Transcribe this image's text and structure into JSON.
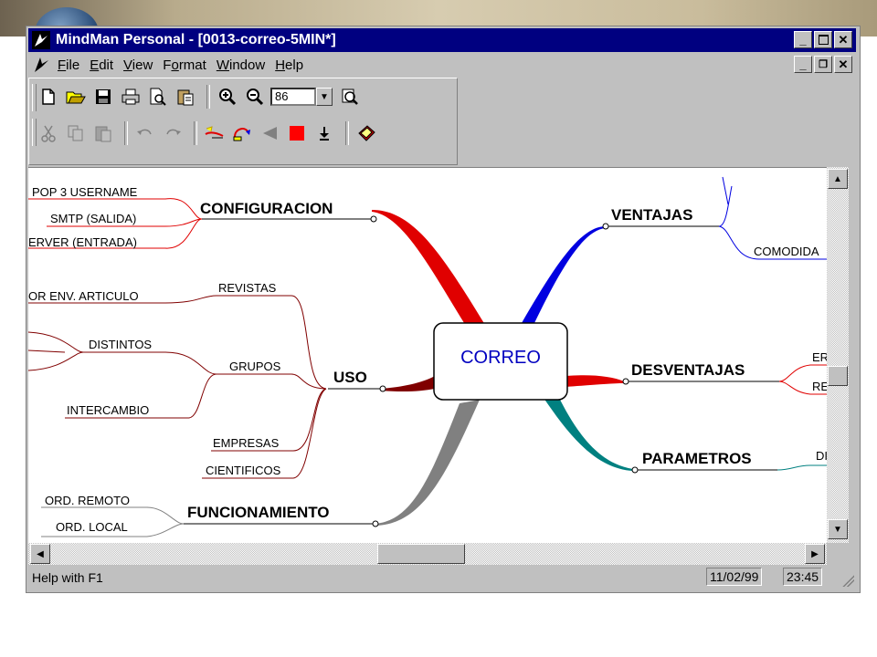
{
  "window": {
    "title": "MindMan Personal - [0013-correo-5MIN*]"
  },
  "menu": [
    {
      "label": "File",
      "key": "F",
      "rest": "ile"
    },
    {
      "label": "Edit",
      "key": "E",
      "rest": "dit"
    },
    {
      "label": "View",
      "key": "V",
      "rest": "iew"
    },
    {
      "label": "Format",
      "key": "o",
      "pre": "F",
      "rest": "rmat"
    },
    {
      "label": "Window",
      "key": "W",
      "rest": "indow"
    },
    {
      "label": "Help",
      "key": "H",
      "rest": "elp"
    }
  ],
  "toolbar": {
    "zoom_value": "86",
    "row1_icons": [
      "new-icon",
      "open-icon",
      "save-icon",
      "print-icon",
      "print-preview-icon",
      "paste-special-icon",
      "zoom-in-icon",
      "zoom-out-icon",
      "zoom-fit-icon"
    ],
    "row2_icons": [
      "cut-icon",
      "copy-icon",
      "paste-icon",
      "undo-icon",
      "redo-icon",
      "insert-branch-icon",
      "relationship-icon",
      "back-arrow-icon",
      "stop-icon",
      "download-icon",
      "book-icon"
    ]
  },
  "map": {
    "center": "CORREO",
    "branches": {
      "configuracion": {
        "label": "CONFIGURACION",
        "color": "#e00000",
        "children": [
          "POP 3 USERNAME",
          "SMTP (SALIDA)",
          "ERVER (ENTRADA)"
        ]
      },
      "uso": {
        "label": "USO",
        "color": "#800000",
        "children": [
          "REVISTAS",
          "GRUPOS",
          "EMPRESAS",
          "CIENTIFICOS"
        ],
        "revistas_children": [
          "OR ENV. ARTICULO"
        ],
        "grupos_children": [
          "DISTINTOS",
          "INTERCAMBIO"
        ]
      },
      "funcionamiento": {
        "label": "FUNCIONAMIENTO",
        "color": "#808080",
        "children": [
          "ORD. REMOTO",
          "ORD. LOCAL"
        ]
      },
      "ventajas": {
        "label": "VENTAJAS",
        "color": "#0000e0",
        "children": [
          "COMODIDA"
        ]
      },
      "desventajas": {
        "label": "DESVENTAJAS",
        "color": "#e00000",
        "children": [
          "ER",
          "RE"
        ]
      },
      "parametros": {
        "label": "PARAMETROS",
        "color": "#008080",
        "children": [
          "DI"
        ]
      }
    }
  },
  "status": {
    "help": "Help with F1",
    "date": "11/02/99",
    "time": "23:45"
  }
}
